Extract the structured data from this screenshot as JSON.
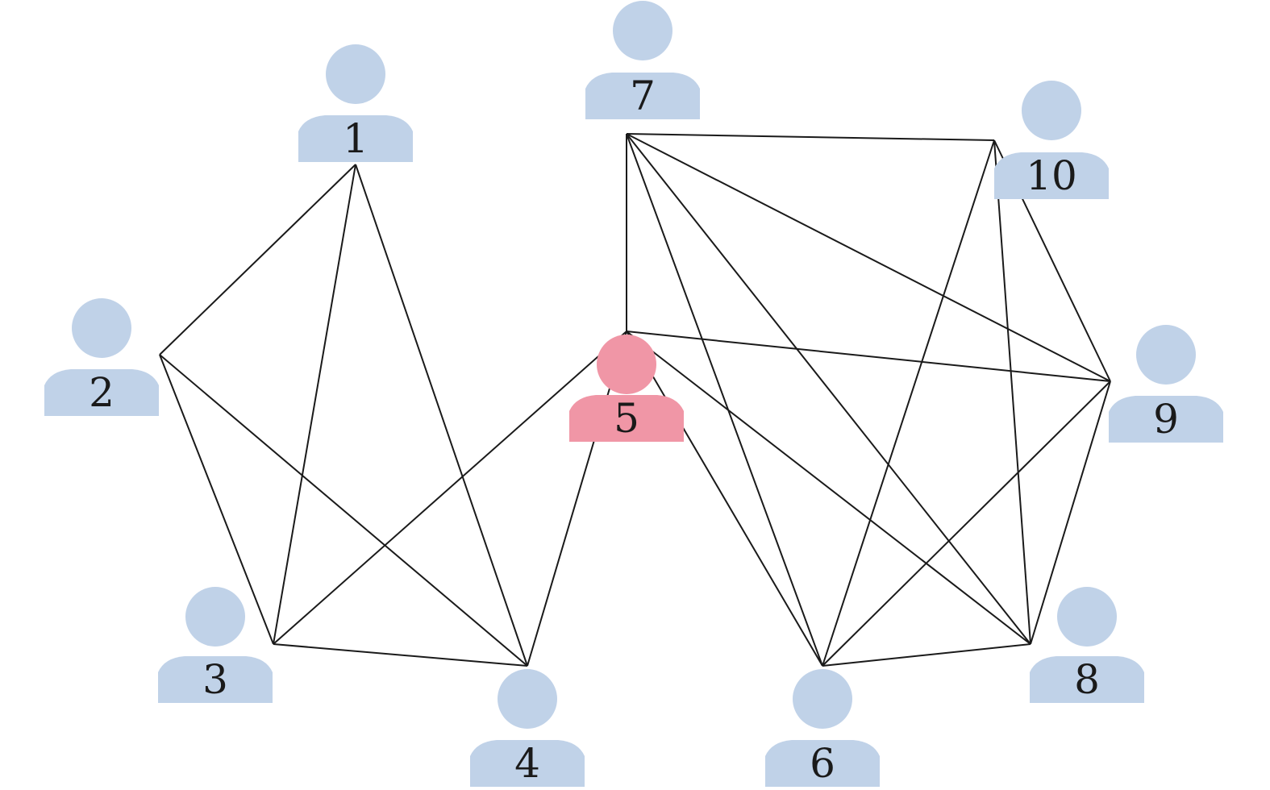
{
  "diagram": {
    "nodes": [
      {
        "id": "1",
        "label": "1",
        "role": "member"
      },
      {
        "id": "2",
        "label": "2",
        "role": "member"
      },
      {
        "id": "3",
        "label": "3",
        "role": "member"
      },
      {
        "id": "4",
        "label": "4",
        "role": "member"
      },
      {
        "id": "5",
        "label": "5",
        "role": "highlighted"
      },
      {
        "id": "6",
        "label": "6",
        "role": "member"
      },
      {
        "id": "7",
        "label": "7",
        "role": "member"
      },
      {
        "id": "8",
        "label": "8",
        "role": "member"
      },
      {
        "id": "9",
        "label": "9",
        "role": "member"
      },
      {
        "id": "10",
        "label": "10",
        "role": "member"
      }
    ],
    "edges": [
      [
        "1",
        "2"
      ],
      [
        "1",
        "3"
      ],
      [
        "1",
        "4"
      ],
      [
        "2",
        "3"
      ],
      [
        "2",
        "4"
      ],
      [
        "3",
        "4"
      ],
      [
        "3",
        "5"
      ],
      [
        "4",
        "5"
      ],
      [
        "5",
        "7"
      ],
      [
        "5",
        "6"
      ],
      [
        "5",
        "8"
      ],
      [
        "5",
        "9"
      ],
      [
        "7",
        "10"
      ],
      [
        "7",
        "6"
      ],
      [
        "7",
        "8"
      ],
      [
        "7",
        "9"
      ],
      [
        "10",
        "6"
      ],
      [
        "10",
        "8"
      ],
      [
        "10",
        "9"
      ],
      [
        "6",
        "8"
      ],
      [
        "6",
        "9"
      ],
      [
        "8",
        "9"
      ]
    ],
    "icon": "person-icon",
    "colors": {
      "member": "#c0d2e8",
      "highlighted": "#f096a6",
      "edge": "#1a1a1a"
    }
  }
}
